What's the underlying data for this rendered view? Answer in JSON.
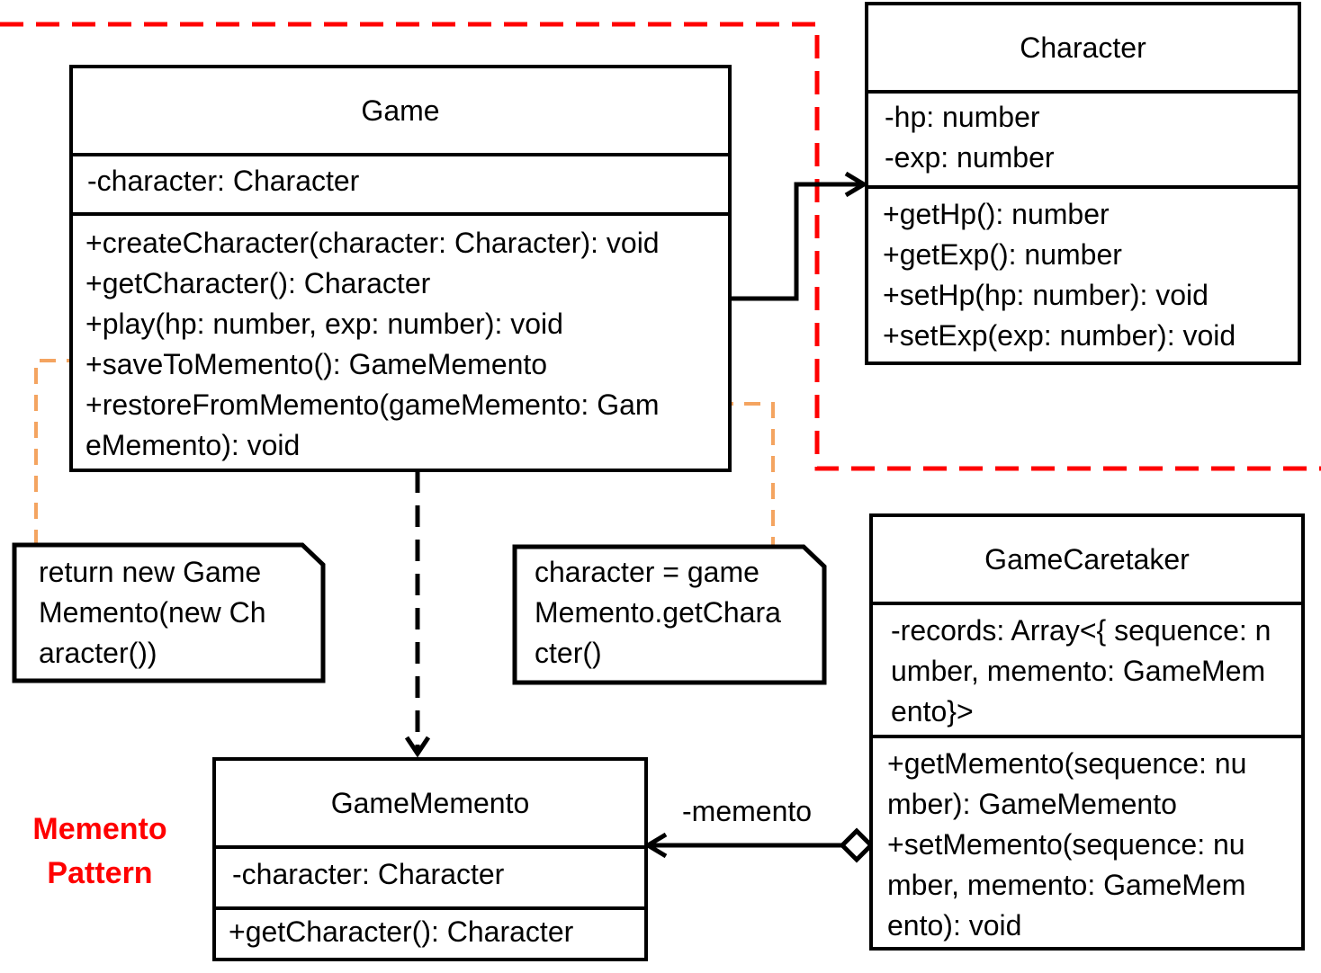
{
  "game": {
    "name": "Game",
    "attributes": [
      "-character: Character"
    ],
    "methods": [
      "+createCharacter(character: Character): void",
      "+getCharacter(): Character",
      "+play(hp: number, exp: number): void",
      "+saveToMemento(): GameMemento",
      "+restoreFromMemento(gameMemento: Gam",
      "eMemento): void"
    ]
  },
  "character": {
    "name": "Character",
    "attributes": [
      "-hp: number",
      "-exp: number"
    ],
    "methods": [
      "+getHp(): number",
      "+getExp(): number",
      "+setHp(hp: number): void",
      "+setExp(exp: number): void"
    ]
  },
  "game_memento": {
    "name": "GameMemento",
    "attributes": [
      "-character: Character"
    ],
    "methods": [
      "+getCharacter(): Character"
    ]
  },
  "game_caretaker": {
    "name": "GameCaretaker",
    "attributes": [
      "-records: Array<{ sequence: n",
      "umber, memento: GameMem",
      "ento}>"
    ],
    "methods": [
      "+getMemento(sequence: nu",
      "mber): GameMemento",
      "+setMemento(sequence: nu",
      "mber, memento: GameMem",
      "ento): void"
    ]
  },
  "notes": {
    "save": [
      "return new Game",
      "Memento(new Ch",
      "aracter())"
    ],
    "restore": [
      "character = game",
      "Memento.getChara",
      "cter()"
    ]
  },
  "association_label": "-memento",
  "pattern_label": [
    "Memento",
    "Pattern"
  ],
  "colors": {
    "line": "#000000",
    "boundary_dash": "#ff0000",
    "note_connector": "#f4a460",
    "pattern_text": "#ff0000"
  }
}
